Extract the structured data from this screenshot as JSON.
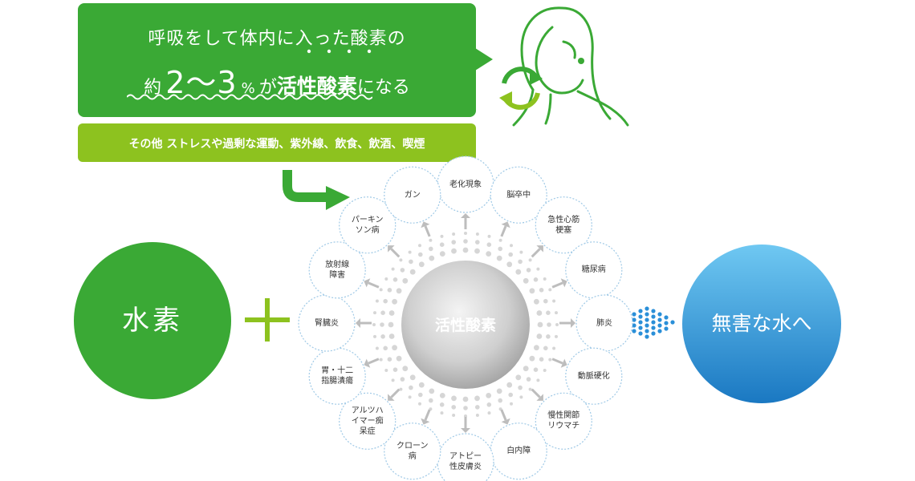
{
  "bubble": {
    "line1": "呼吸をして体内に入った酸素の",
    "line2_pre": "約",
    "line2_num": "2〜3",
    "line2_pct": "%",
    "line2_mid": "が",
    "line2_bold": "活性酸素",
    "line2_post": "になる"
  },
  "other_causes": "その他  ストレスや過剰な運動、紫外線、飲食、飲酒、喫煙",
  "hydrogen": "水素",
  "active_oxygen": "活性酸素",
  "result": "無害な水へ",
  "diseases": [
    {
      "label": "老化現象"
    },
    {
      "label": "脳卒中"
    },
    {
      "label": "急性心筋\n梗塞"
    },
    {
      "label": "糖尿病"
    },
    {
      "label": "肺炎"
    },
    {
      "label": "動脈硬化"
    },
    {
      "label": "慢性関節\nリウマチ"
    },
    {
      "label": "白内障"
    },
    {
      "label": "アトピー\n性皮膚炎"
    },
    {
      "label": "クローン\n病"
    },
    {
      "label": "アルツハ\nイマー痴\n呆症"
    },
    {
      "label": "胃・十二\n指腸潰瘍"
    },
    {
      "label": "腎臓炎"
    },
    {
      "label": "放射線\n障害"
    },
    {
      "label": "パーキン\nソン病"
    },
    {
      "label": "ガン"
    }
  ],
  "colors": {
    "bubble": "#3aa935",
    "strip": "#8dc21f",
    "hydrogen_circle": "#3aa935",
    "plus": "#8dc21f",
    "harmless_top": "#6fc8f2",
    "harmless_bottom": "#1a78c2",
    "arrow_gray": "#bdbdbd"
  }
}
